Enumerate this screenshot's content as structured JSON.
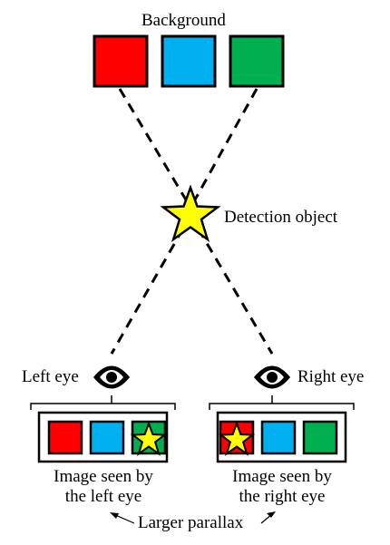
{
  "labels": {
    "background": "Background",
    "detection_object": "Detection object",
    "left_eye": "Left eye",
    "right_eye": "Right eye",
    "left_caption_line1": "Image seen by",
    "left_caption_line2": "the left eye",
    "right_caption_line1": "Image seen by",
    "right_caption_line2": "the right eye",
    "larger_parallax": "Larger parallax"
  },
  "colors": {
    "red": "#ff0000",
    "blue": "#00b0f0",
    "green": "#00b050",
    "star": "#ffff00",
    "stroke": "#000000"
  },
  "icons": [
    "eye-icon",
    "star-icon",
    "arrow-icon"
  ]
}
